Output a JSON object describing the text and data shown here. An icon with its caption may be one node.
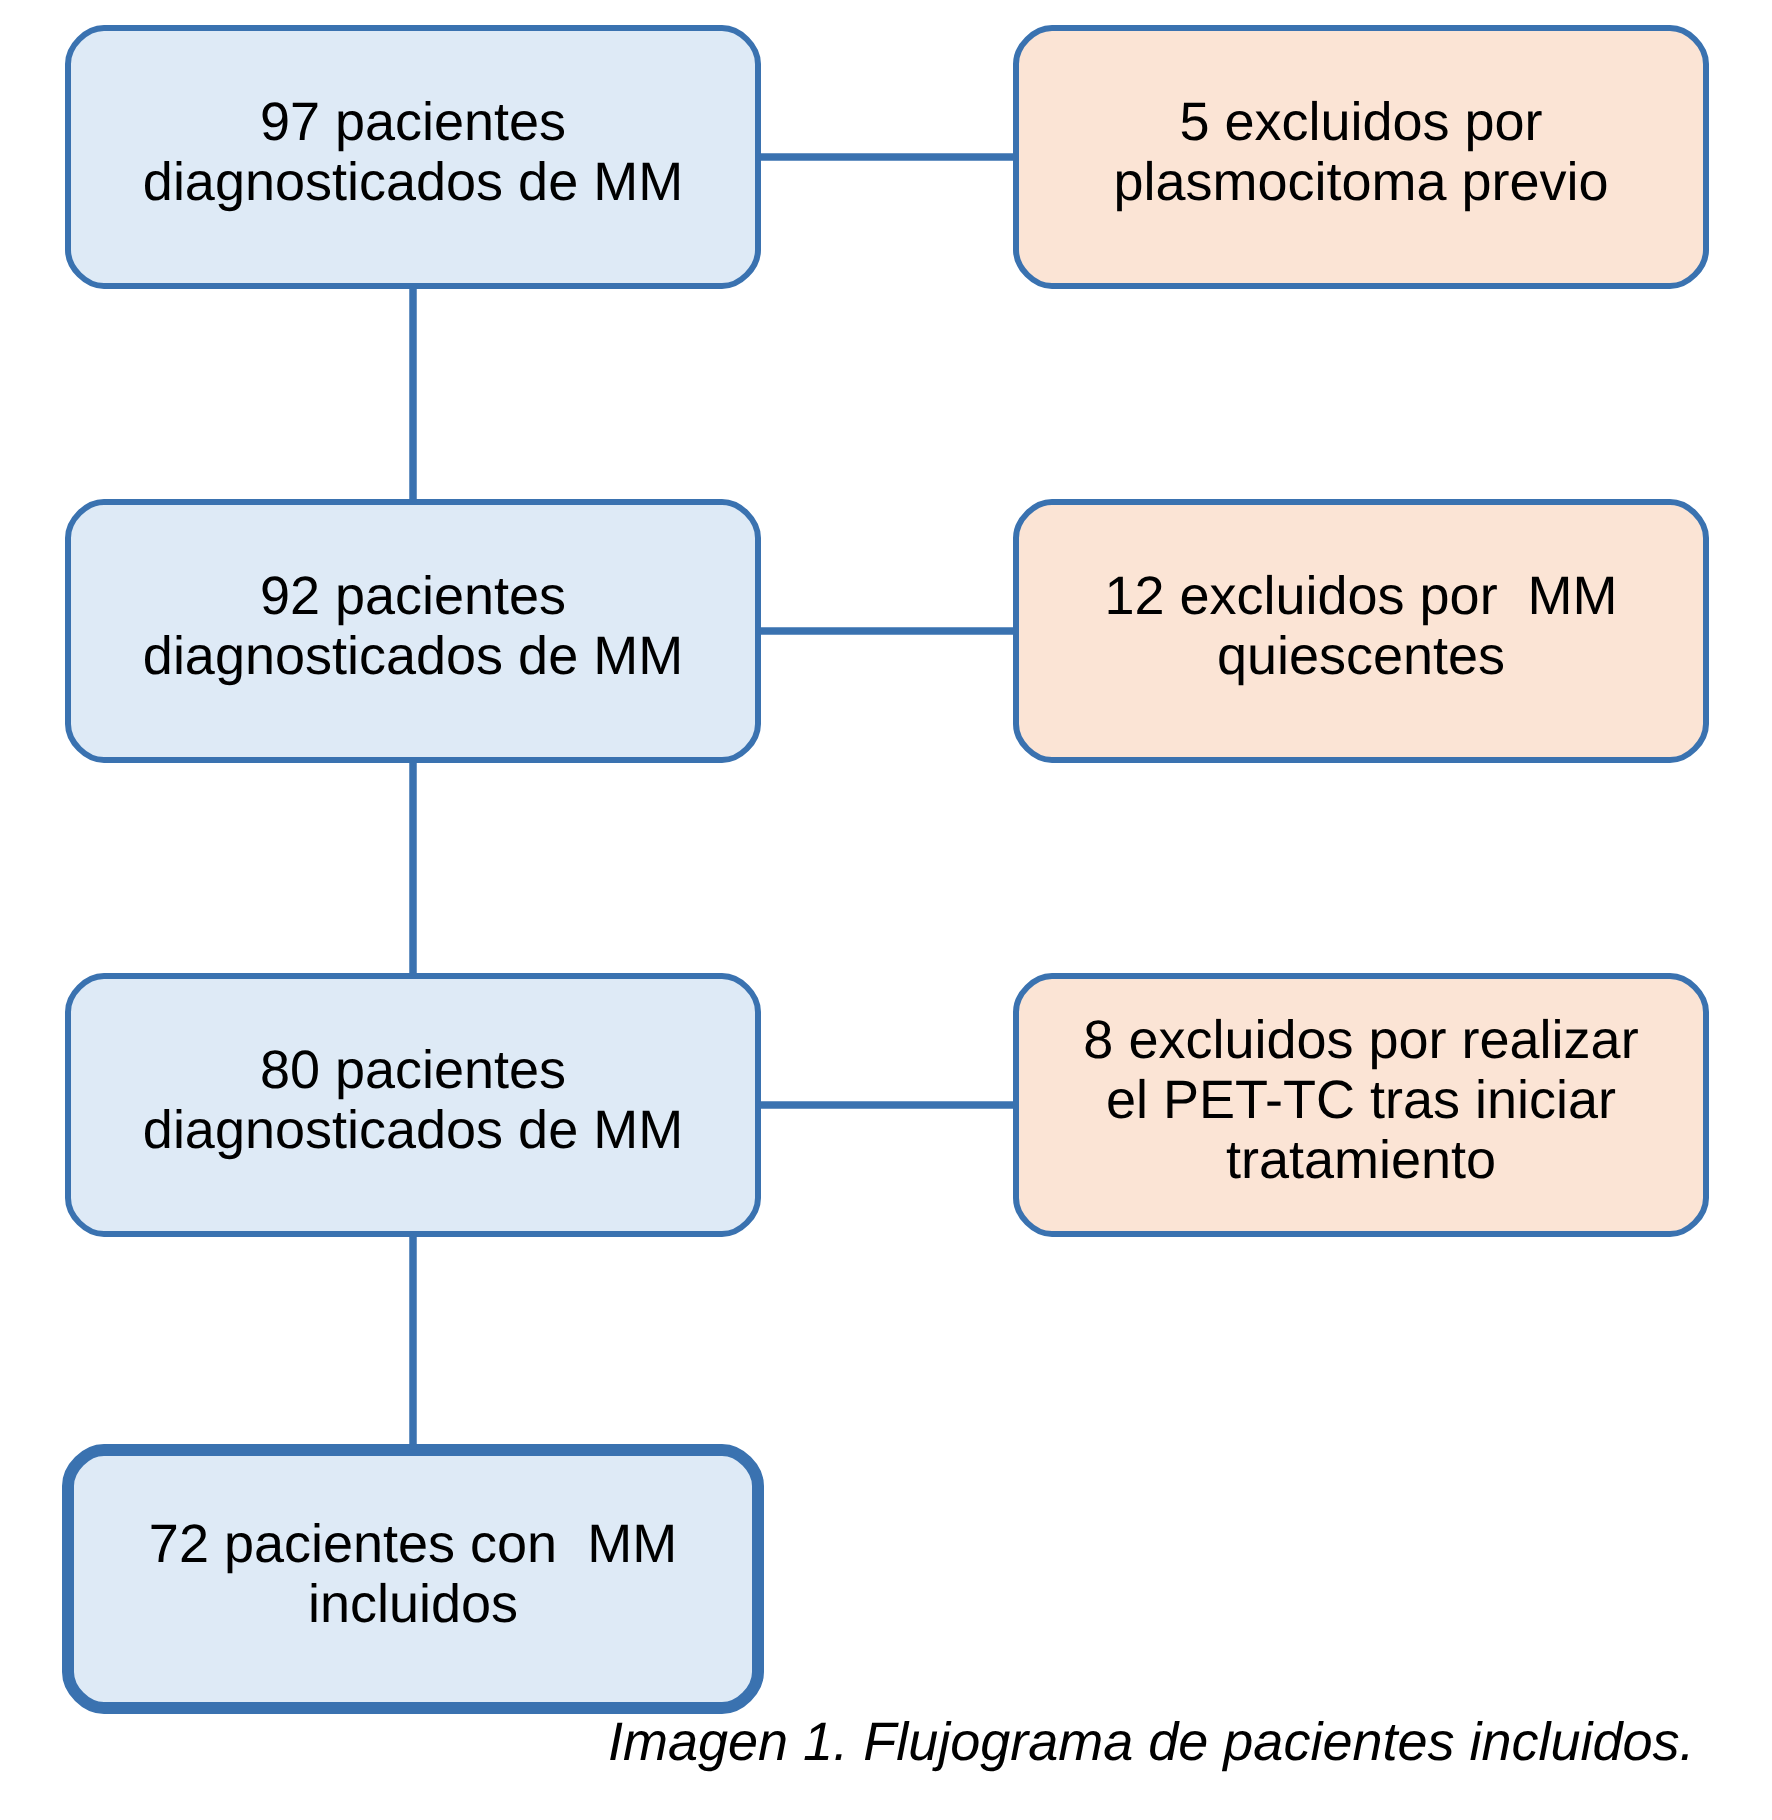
{
  "diagram": {
    "caption": "Imagen 1. Flujograma de pacientes incluidos.",
    "nodes": [
      {
        "text": [
          "97 pacientes diagnosticados de MM"
        ]
      },
      {
        "text": [
          "5 excluidos por plasmocitoma previo"
        ]
      },
      {
        "text": [
          "92 pacientes diagnosticados de MM"
        ]
      },
      {
        "text": [
          "12 excluidos por  MM quiescentes"
        ]
      },
      {
        "text": [
          "80 pacientes diagnosticados de MM"
        ]
      },
      {
        "text": [
          "8 excluidos por realizar el PET-TC tras iniciar tratamiento"
        ]
      },
      {
        "text": [
          "72 pacientes con  MM incluidos"
        ]
      }
    ],
    "edges": [
      {
        "from": 0,
        "to": 1,
        "arrow": "none"
      },
      {
        "from": 0,
        "to": 2,
        "arrow": "none"
      },
      {
        "from": 2,
        "to": 3,
        "arrow": "none"
      },
      {
        "from": 2,
        "to": 4,
        "arrow": "none"
      },
      {
        "from": 4,
        "to": 5,
        "arrow": "none"
      },
      {
        "from": 4,
        "to": 6,
        "arrow": "none"
      }
    ]
  }
}
